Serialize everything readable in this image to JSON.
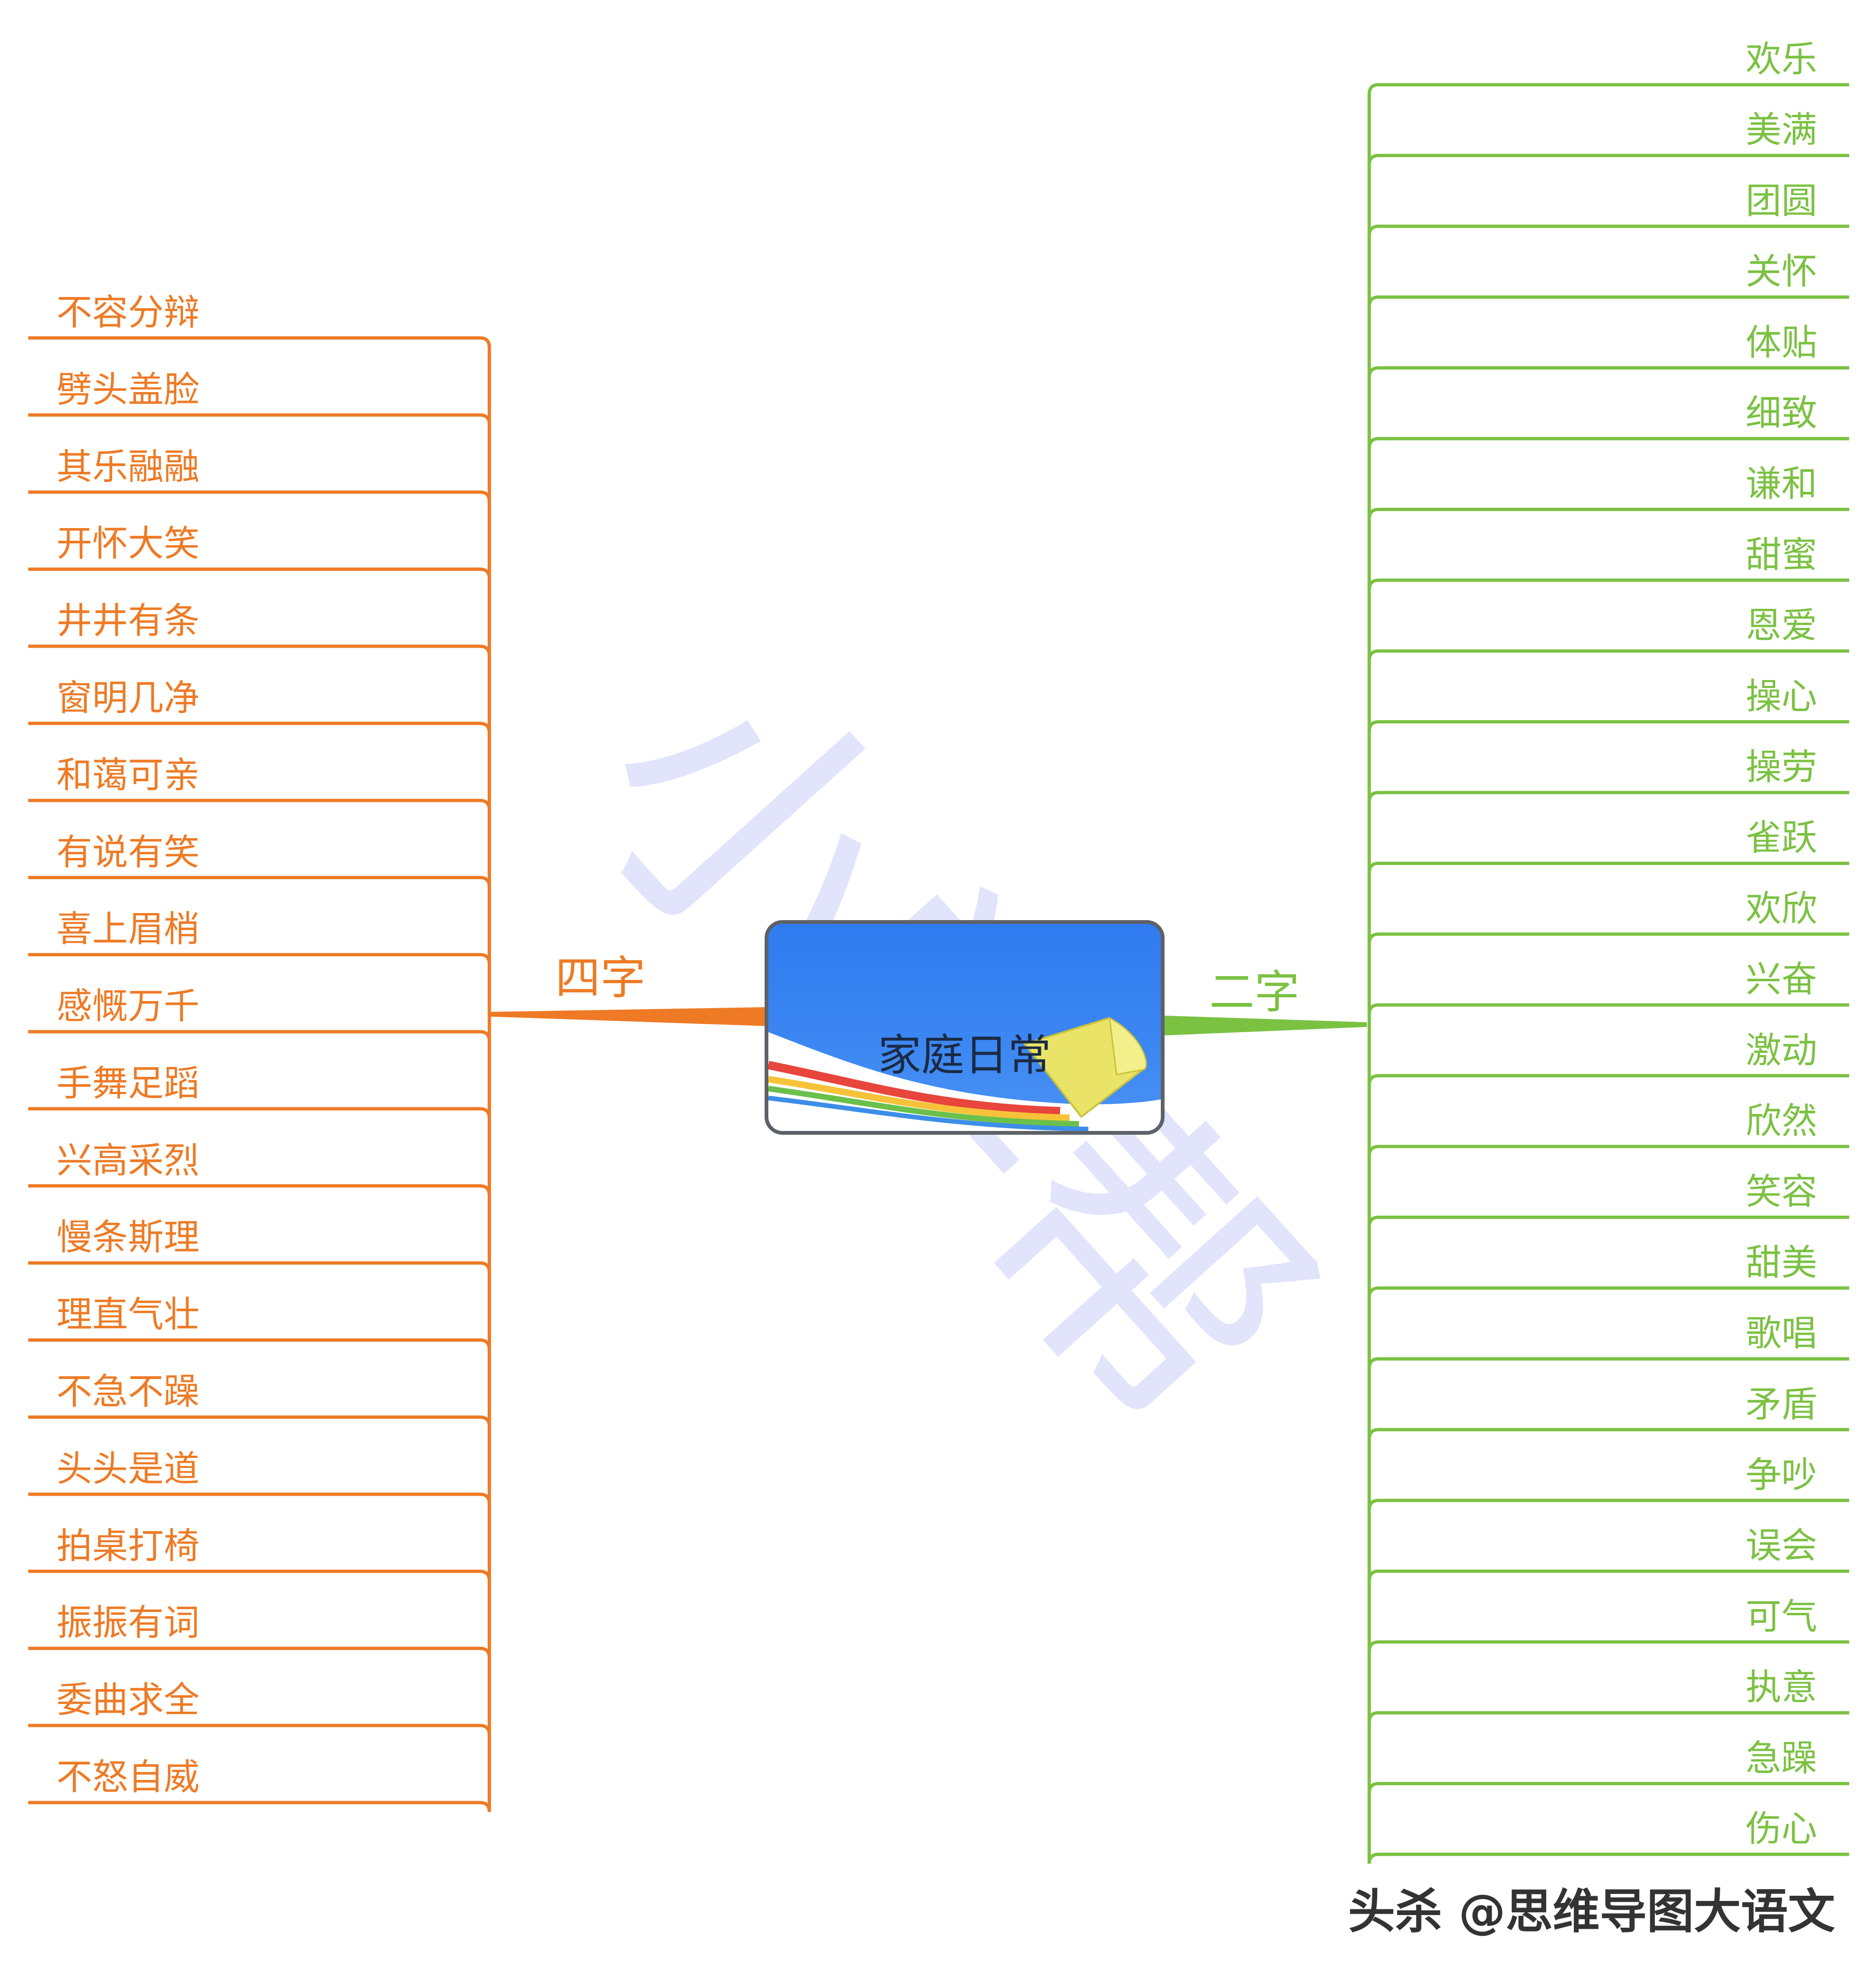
{
  "center": {
    "title": "家庭日常"
  },
  "branches": {
    "left": {
      "label": "四字",
      "color": "#EE7A25",
      "items": [
        "不容分辩",
        "劈头盖脸",
        "其乐融融",
        "开怀大笑",
        "井井有条",
        "窗明几净",
        "和蔼可亲",
        "有说有笑",
        "喜上眉梢",
        "感慨万千",
        "手舞足蹈",
        "兴高采烈",
        "慢条斯理",
        "理直气壮",
        "不急不躁",
        "头头是道",
        "拍桌打椅",
        "振振有词",
        "委曲求全",
        "不怒自威"
      ]
    },
    "right": {
      "label": "二字",
      "color": "#7BC142",
      "items": [
        "欢乐",
        "美满",
        "团圆",
        "关怀",
        "体贴",
        "细致",
        "谦和",
        "甜蜜",
        "恩爱",
        "操心",
        "操劳",
        "雀跃",
        "欢欣",
        "兴奋",
        "激动",
        "欣然",
        "笑容",
        "甜美",
        "歌唱",
        "矛盾",
        "争吵",
        "误会",
        "可气",
        "执意",
        "急躁",
        "伤心"
      ]
    }
  },
  "watermark": {
    "text": "小学帮"
  },
  "footer": {
    "text": "头杀 @思维导图大语文"
  }
}
